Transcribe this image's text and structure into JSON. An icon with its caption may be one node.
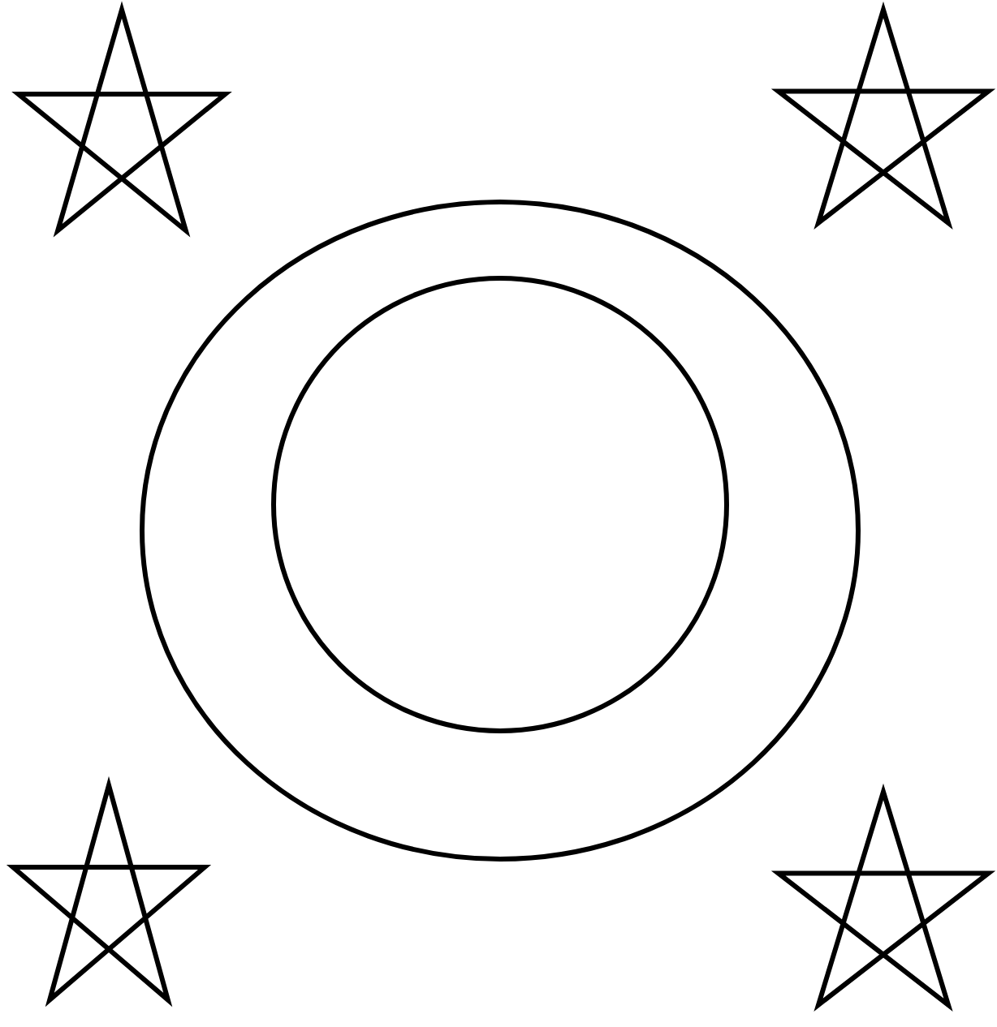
{
  "diagram": {
    "nodes": [
      {
        "text": [],
        "shape": "star"
      },
      {
        "text": [],
        "shape": "star"
      },
      {
        "text": [],
        "shape": "circle"
      },
      {
        "text": [],
        "shape": "circle",
        "in": 2
      },
      {
        "text": [],
        "shape": "star"
      },
      {
        "text": [],
        "shape": "star"
      }
    ]
  }
}
